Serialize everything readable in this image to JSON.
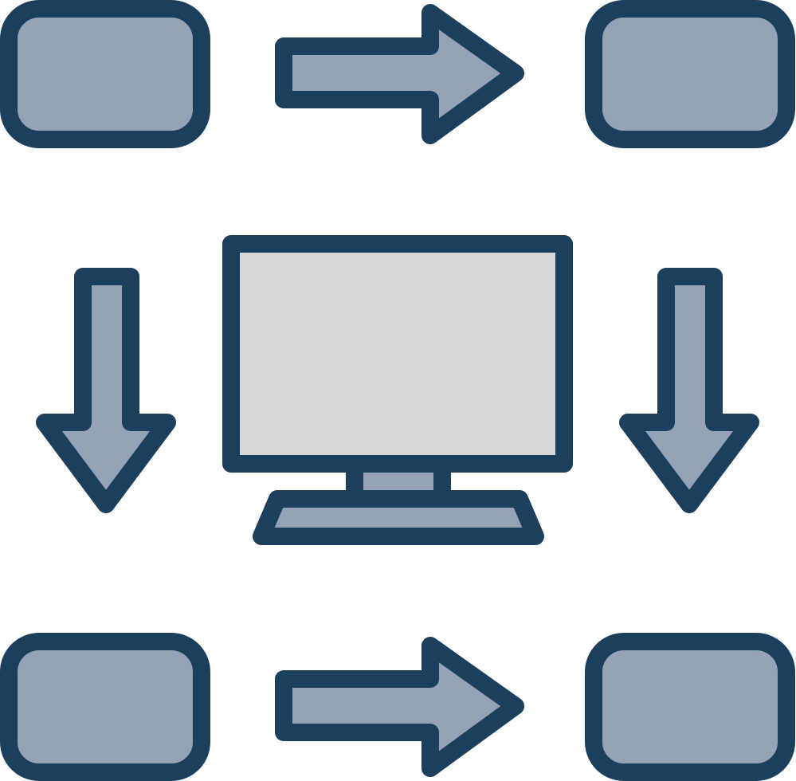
{
  "diagram": {
    "kind": "workflow-icon",
    "colors": {
      "outline": "#1b3f5c",
      "node_fill": "#96a3b6",
      "screen_fill": "#d8d8d8",
      "background": "#ffffff"
    },
    "nodes": [
      {
        "id": "top-left",
        "shape": "rounded-rect"
      },
      {
        "id": "top-right",
        "shape": "rounded-rect"
      },
      {
        "id": "bottom-left",
        "shape": "rounded-rect"
      },
      {
        "id": "bottom-right",
        "shape": "rounded-rect"
      }
    ],
    "center": {
      "icon": "desktop-monitor-icon"
    },
    "arrows": [
      {
        "id": "arrow-top",
        "from": "top-left",
        "to": "top-right",
        "direction": "right"
      },
      {
        "id": "arrow-bottom",
        "from": "bottom-left",
        "to": "bottom-right",
        "direction": "right"
      },
      {
        "id": "arrow-left",
        "from": "top-left",
        "to": "bottom-left",
        "direction": "down"
      },
      {
        "id": "arrow-right",
        "from": "top-right",
        "to": "bottom-right",
        "direction": "down"
      }
    ]
  }
}
